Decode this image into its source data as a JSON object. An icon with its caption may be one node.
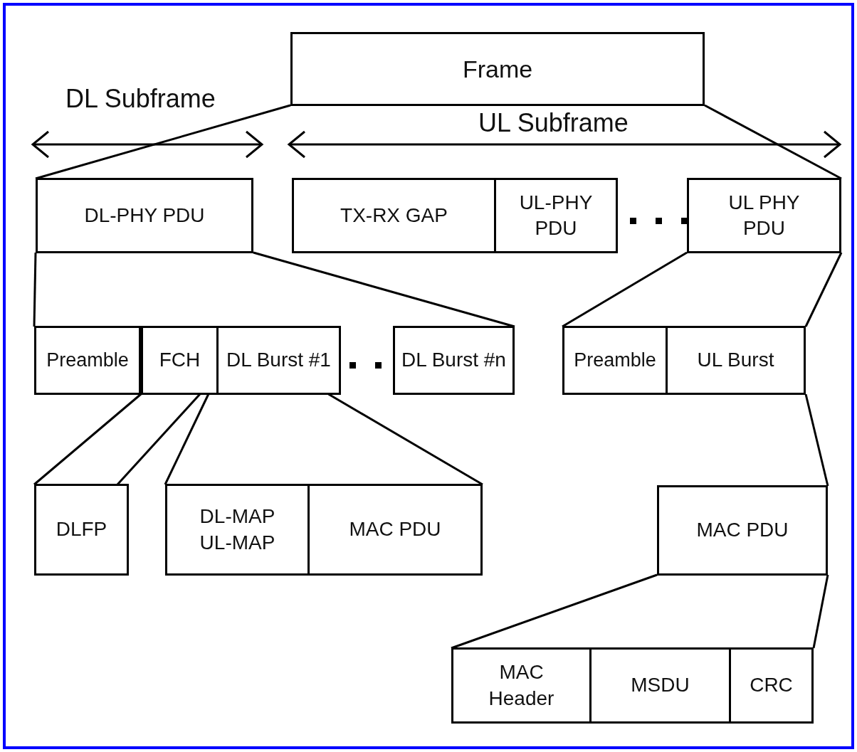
{
  "diagram": {
    "nodes": [
      {
        "text": [
          "Frame"
        ]
      },
      {
        "text": [
          "DL-PHY PDU"
        ]
      },
      {
        "text": [
          "TX-RX GAP"
        ]
      },
      {
        "text": [
          "UL-PHY PDU"
        ]
      },
      {
        "text": [
          "UL PHY PDU"
        ]
      },
      {
        "text": [
          "Preamble"
        ]
      },
      {
        "text": [
          "FCH"
        ]
      },
      {
        "text": [
          "DL Burst #1"
        ]
      },
      {
        "text": [
          "DL Burst #n"
        ]
      },
      {
        "text": [
          "Preamble"
        ]
      },
      {
        "text": [
          "UL Burst"
        ]
      },
      {
        "text": [
          "DLFP"
        ]
      },
      {
        "text": [
          "DL-MAP UL-MAP"
        ]
      },
      {
        "text": [
          "MAC PDU"
        ]
      },
      {
        "text": [
          "MAC PDU"
        ]
      },
      {
        "text": [
          "MAC Header"
        ]
      },
      {
        "text": [
          "MSDU"
        ]
      },
      {
        "text": [
          "CRC"
        ]
      }
    ],
    "edges": [
      {
        "from": 0,
        "to": 1,
        "arrow": "none"
      },
      {
        "from": 0,
        "to": 4,
        "arrow": "none"
      },
      {
        "from": 1,
        "to": 5,
        "arrow": "none"
      },
      {
        "from": 1,
        "to": 8,
        "arrow": "none"
      },
      {
        "from": 4,
        "to": 9,
        "arrow": "none"
      },
      {
        "from": 4,
        "to": 10,
        "arrow": "none"
      },
      {
        "from": 6,
        "to": 11,
        "arrow": "none"
      },
      {
        "from": 6,
        "to": 11,
        "arrow": "none"
      },
      {
        "from": 6,
        "to": 12,
        "arrow": "none"
      },
      {
        "from": 7,
        "to": 13,
        "arrow": "none"
      },
      {
        "from": 10,
        "to": 14,
        "arrow": "none"
      },
      {
        "from": 14,
        "to": 15,
        "arrow": "none"
      },
      {
        "from": 14,
        "to": 17,
        "arrow": "none"
      }
    ],
    "labels": [
      "DL Subframe",
      "UL Subframe"
    ]
  }
}
